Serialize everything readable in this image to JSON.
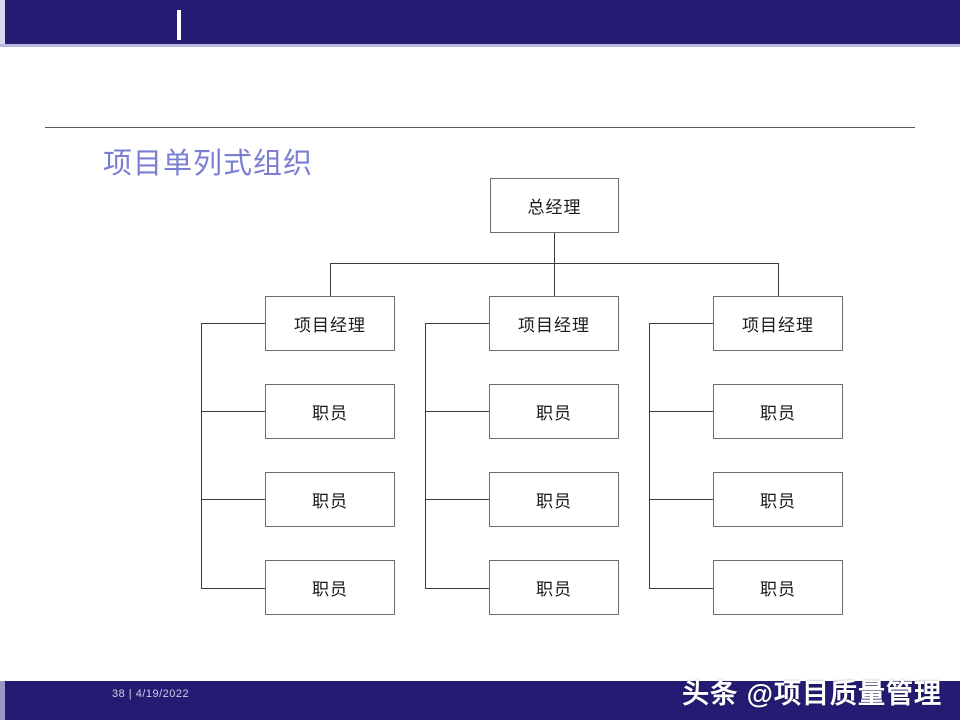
{
  "slide": {
    "title": "项目单列式组织",
    "title_color": "#7b7fd4",
    "band_color": "#241c72",
    "page_number": "38",
    "separator": "|",
    "date": "4/19/2022",
    "footer_meta": "38  |  4/19/2022",
    "watermark": "头条 @项目质量管理"
  },
  "header": {
    "caret": "text-cursor"
  },
  "chart_data": {
    "type": "diagram",
    "title": "项目单列式组织",
    "root": {
      "label": "总经理"
    },
    "columns": [
      {
        "manager": "项目经理",
        "staff": [
          "职员",
          "职员",
          "职员"
        ]
      },
      {
        "manager": "项目经理",
        "staff": [
          "职员",
          "职员",
          "职员"
        ]
      },
      {
        "manager": "项目经理",
        "staff": [
          "职员",
          "职员",
          "职员"
        ]
      }
    ],
    "box_border_color": "#6f6f6f",
    "line_color": "#3a3a3a"
  },
  "nodes": {
    "root": "总经理",
    "c0_manager": "项目经理",
    "c0_s0": "职员",
    "c0_s1": "职员",
    "c0_s2": "职员",
    "c1_manager": "项目经理",
    "c1_s0": "职员",
    "c1_s1": "职员",
    "c1_s2": "职员",
    "c2_manager": "项目经理",
    "c2_s0": "职员",
    "c2_s1": "职员",
    "c2_s2": "职员"
  }
}
